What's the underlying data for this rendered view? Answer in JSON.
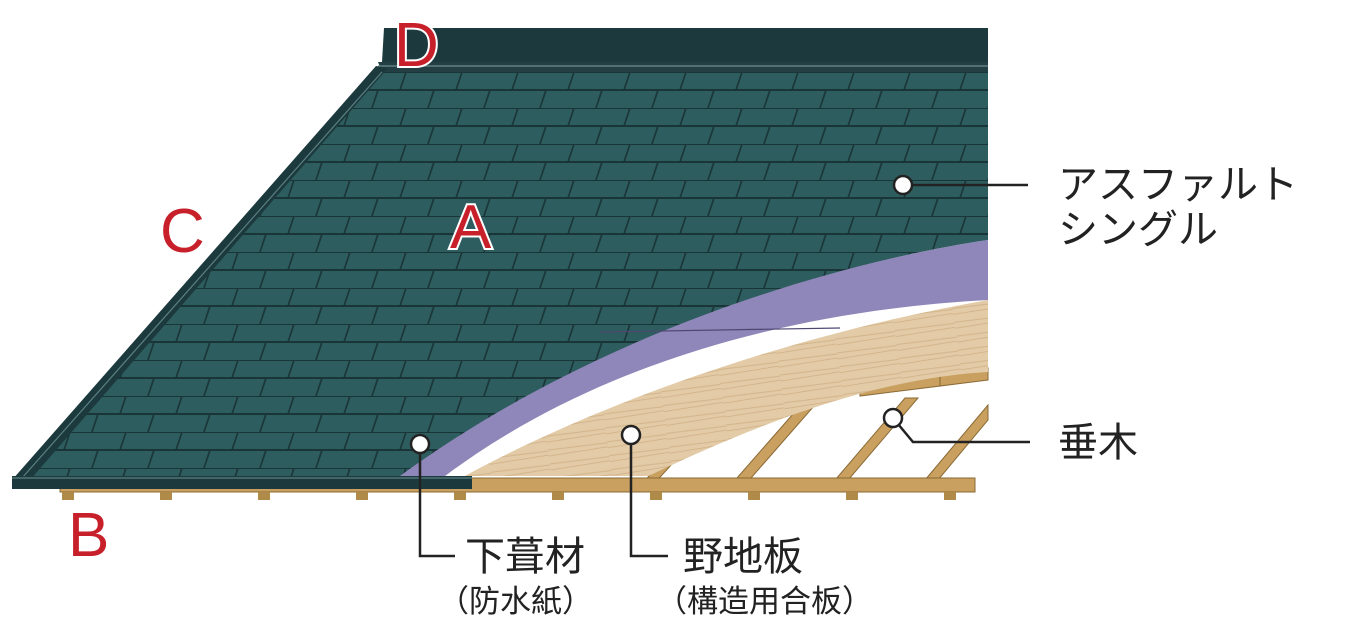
{
  "markers": {
    "a": "A",
    "b": "B",
    "c": "C",
    "d": "D"
  },
  "labels": {
    "shingle_line1": "アスファルト",
    "shingle_line2": "シングル",
    "rafter": "垂木",
    "underlay": "下葺材",
    "underlay_sub": "（防水紙）",
    "sheathing": "野地板",
    "sheathing_sub": "（構造用合板）"
  },
  "colors": {
    "shingle": "#2e5d5f",
    "shingle_dark": "#1c3a3d",
    "underlay": "#8f86b9",
    "sheathing": "#e3cba7",
    "rafter": "#c9a060",
    "marker": "#c8202a"
  }
}
